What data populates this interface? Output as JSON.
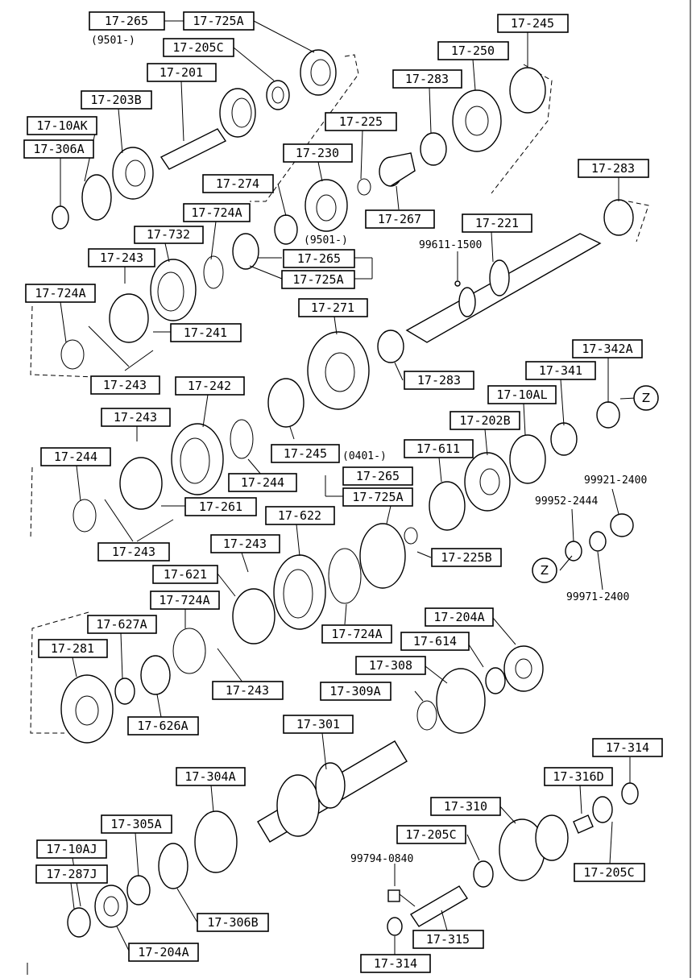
{
  "labels": {
    "l17_265_top": "17-265",
    "l17_725a_top": "17-725A",
    "note9501_top": "(9501-)",
    "l17_205c_top": "17-205C",
    "l17_201": "17-201",
    "l17_203b": "17-203B",
    "l17_10ak": "17-10AK",
    "l17_306a": "17-306A",
    "l17_225": "17-225",
    "l17_245_top": "17-245",
    "l17_250": "17-250",
    "l17_283_a": "17-283",
    "l17_230": "17-230",
    "l17_274": "17-274",
    "l17_267": "17-267",
    "l17_283_b": "17-283",
    "l17_221": "17-221",
    "p99611": "99611-1500",
    "l17_724a_a": "17-724A",
    "l17_732": "17-732",
    "l17_243_a": "17-243",
    "note9501_mid": "(9501-)",
    "l17_265_mid": "17-265",
    "l17_725a_mid": "17-725A",
    "l17_724a_b": "17-724A",
    "l17_241": "17-241",
    "l17_271": "17-271",
    "l17_283_c": "17-283",
    "l17_342a": "17-342A",
    "l17_243_b": "17-243",
    "l17_242": "17-242",
    "l17_341": "17-341",
    "l17_10al": "17-10AL",
    "l17_202b": "17-202B",
    "l17_243_c": "17-243",
    "l17_244_a": "17-244",
    "l17_244_b": "17-244",
    "l17_245_mid": "17-245",
    "note0401": "(0401-)",
    "l17_611": "17-611",
    "l17_265_low": "17-265",
    "l17_725a_low": "17-725A",
    "l17_261": "17-261",
    "p99921": "99921-2400",
    "p99952": "99952-2444",
    "l17_243_d": "17-243",
    "l17_622": "17-622",
    "l17_243_e": "17-243",
    "l17_225b": "17-225B",
    "l17_621": "17-621",
    "p99971": "99971-2400",
    "l17_724a_c": "17-724A",
    "l17_724a_d": "17-724A",
    "l17_627a": "17-627A",
    "l17_204a_a": "17-204A",
    "l17_281": "17-281",
    "l17_614": "17-614",
    "l17_308": "17-308",
    "l17_243_f": "17-243",
    "l17_309a": "17-309A",
    "l17_626a": "17-626A",
    "l17_301": "17-301",
    "l17_314_a": "17-314",
    "l17_304a": "17-304A",
    "l17_316d": "17-316D",
    "l17_305a": "17-305A",
    "l17_310": "17-310",
    "l17_10aj": "17-10AJ",
    "l17_205c_b": "17-205C",
    "p99794": "99794-0840",
    "l17_287j": "17-287J",
    "l17_205c_c": "17-205C",
    "l17_306b": "17-306B",
    "l17_315": "17-315",
    "l17_204a_b": "17-204A",
    "l17_314_b": "17-314"
  },
  "markers": {
    "z_top": "Z",
    "z_bottom": "Z"
  }
}
